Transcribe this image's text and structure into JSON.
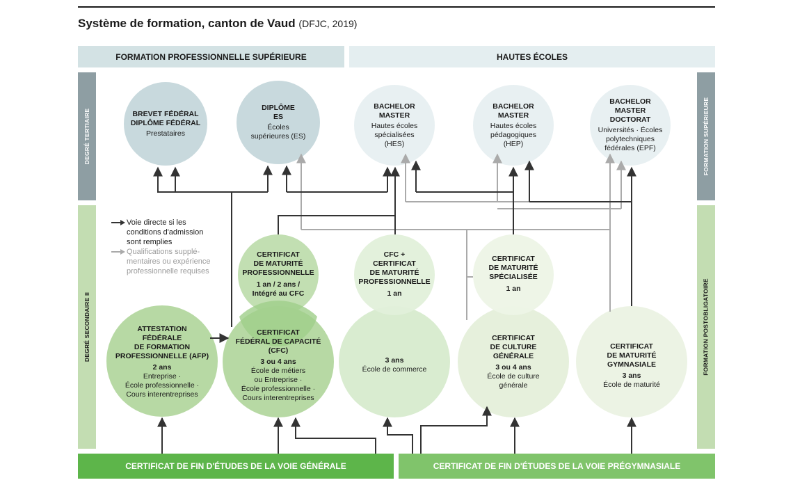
{
  "title": "Système de formation, canton de Vaud",
  "source": "(DFJC, 2019)",
  "colors": {
    "tertiary_band": "#d3e2e4",
    "tertiary_side": "#8e9ea3",
    "secondary_side": "#c3ddb2",
    "green_dark": "#5db54a",
    "green_mid": "#80c46b",
    "circle_tertiary_a": "#c8d9dd",
    "circle_tertiary_b": "#e8f0f2",
    "circle_green_1": "#b7d9a4",
    "circle_green_2": "#d9ecd0",
    "circle_green_3": "#ecf3e4",
    "arrow_dark": "#333333",
    "arrow_light": "#aaaaaa"
  },
  "top_bands": {
    "left": "FORMATION PROFESSIONNELLE SUPÉRIEURE",
    "right": "HAUTES ÉCOLES"
  },
  "side_labels": {
    "left_top": "DEGRÉ TERTIAIRE",
    "left_bottom": "DEGRÉ SECONDAIRE II",
    "right_top": "FORMATION SUPÉRIEURE",
    "right_bottom": "FORMATION POSTOBLIGATOIRE"
  },
  "bottom_bands": {
    "left": "CERTIFICAT DE FIN D'ÉTUDES DE LA VOIE GÉNÉRALE",
    "right": "CERTIFICAT DE FIN D'ÉTUDES DE LA VOIE PRÉGYMNASIALE"
  },
  "legend": {
    "direct": "Voie directe si les conditions d'admission sont remplies",
    "additional": "Qualifications supplé­mentaires ou expé­rience professionnelle requises"
  },
  "circles": {
    "brevet": {
      "title": "BREVET FÉDÉRAL\nDIPLÔME FÉDÉRAL",
      "sub": "",
      "text": "Prestataires"
    },
    "diplome_es": {
      "title": "DIPLÔME\nES",
      "sub": "",
      "text": "Écoles\nsupérieures (ES)"
    },
    "hes": {
      "title": "BACHELOR\nMASTER",
      "sub": "",
      "text": "Hautes écoles\nspécialisées\n(HES)"
    },
    "hep": {
      "title": "BACHELOR\nMASTER",
      "sub": "",
      "text": "Hautes écoles\npédagogiques\n(HEP)"
    },
    "epf": {
      "title": "BACHELOR\nMASTER\nDOCTORAT",
      "sub": "",
      "text": "Universités · Écoles\npolytechniques\nfédérales (EPF)"
    },
    "maturite_pro": {
      "title": "CERTIFICAT\nDE MATURITÉ\nPROFESSIONNELLE",
      "sub": "1 an / 2 ans /\nIntégré au CFC",
      "text": ""
    },
    "cfc_plus": {
      "title": "CFC +\nCERTIFICAT\nDE MATURITÉ\nPROFESSIONNELLE",
      "sub": "1 an",
      "text": ""
    },
    "maturite_spec": {
      "title": "CERTIFICAT\nDE MATURITÉ\nSPÉCIALISÉE",
      "sub": "1 an",
      "text": ""
    },
    "afp": {
      "title": "ATTESTATION\nFÉDÉRALE\nDE FORMATION\nPROFESSIONNELLE (AFP)",
      "sub": "2 ans",
      "text": "Entreprise ·\nÉcole professionnelle ·\nCours interentreprises"
    },
    "cfc": {
      "title": "CERTIFICAT\nFÉDÉRAL DE CAPACITÉ\n(CFC)",
      "sub": "3 ou 4 ans",
      "text": "École de métiers\nou Entreprise ·\nÉcole professionnelle ·\nCours interentreprises"
    },
    "ecole_commerce": {
      "title": "",
      "sub": "3 ans",
      "text": "École de commerce"
    },
    "culture_generale": {
      "title": "CERTIFICAT\nDE CULTURE\nGÉNÉRALE",
      "sub": "3 ou 4 ans",
      "text": "École de culture\ngénérale"
    },
    "gymnasiale": {
      "title": "CERTIFICAT\nDE MATURITÉ\nGYMNASIALE",
      "sub": "3 ans",
      "text": "École de maturité"
    }
  }
}
